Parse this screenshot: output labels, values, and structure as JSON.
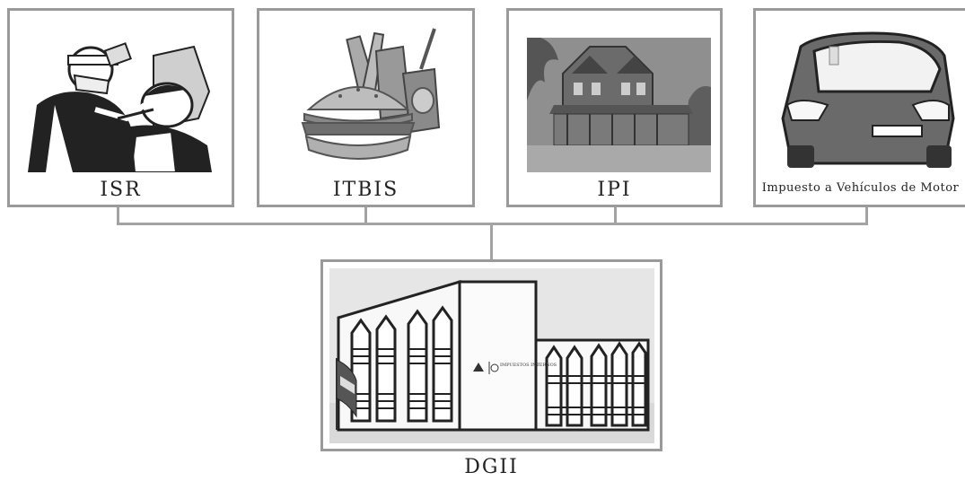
{
  "nodes": {
    "isr": {
      "label": "ISR",
      "illustration": "dentist-with-child-patient"
    },
    "itbis": {
      "label": "ITBIS",
      "illustration": "fast-food-burger-drink"
    },
    "ipi": {
      "label": "IPI",
      "illustration": "victorian-house"
    },
    "vehiculos": {
      "label": "Impuesto a Vehículos de Motor",
      "illustration": "car"
    },
    "dgii": {
      "label": "DGII",
      "illustration": "dgii-building",
      "sign_text": "IMPUESTOS INTERNOS"
    }
  },
  "colors": {
    "border": "#9a9a9a",
    "connector": "#a3a3a3"
  }
}
